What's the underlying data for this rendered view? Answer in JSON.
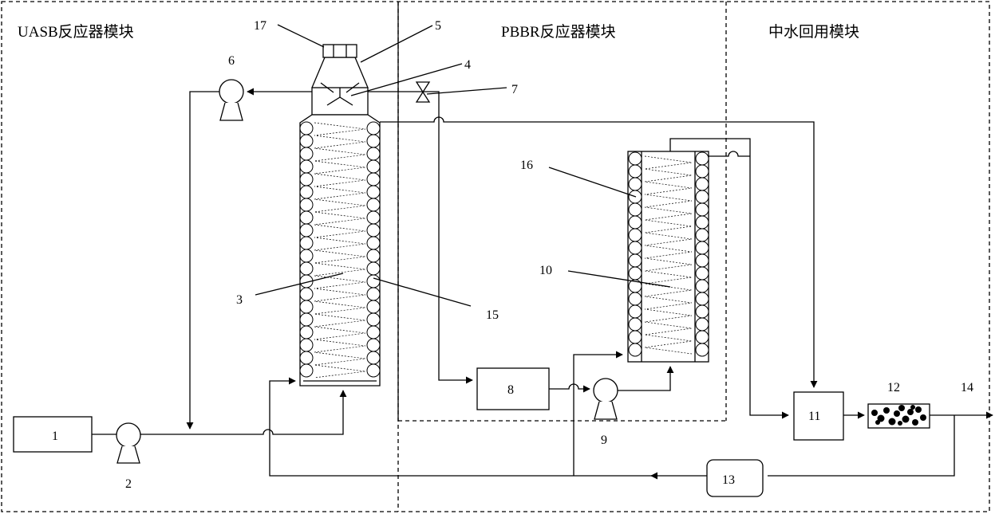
{
  "modules": {
    "uasb": "UASB反应器模块",
    "pbbr": "PBBR反应器模块",
    "reuse": "中水回用模块"
  },
  "labels": {
    "n1": "1",
    "n2": "2",
    "n3": "3",
    "n4": "4",
    "n5": "5",
    "n6": "6",
    "n7": "7",
    "n8": "8",
    "n9": "9",
    "n10": "10",
    "n11": "11",
    "n12": "12",
    "n13": "13",
    "n14": "14",
    "n15": "15",
    "n16": "16",
    "n17": "17"
  }
}
